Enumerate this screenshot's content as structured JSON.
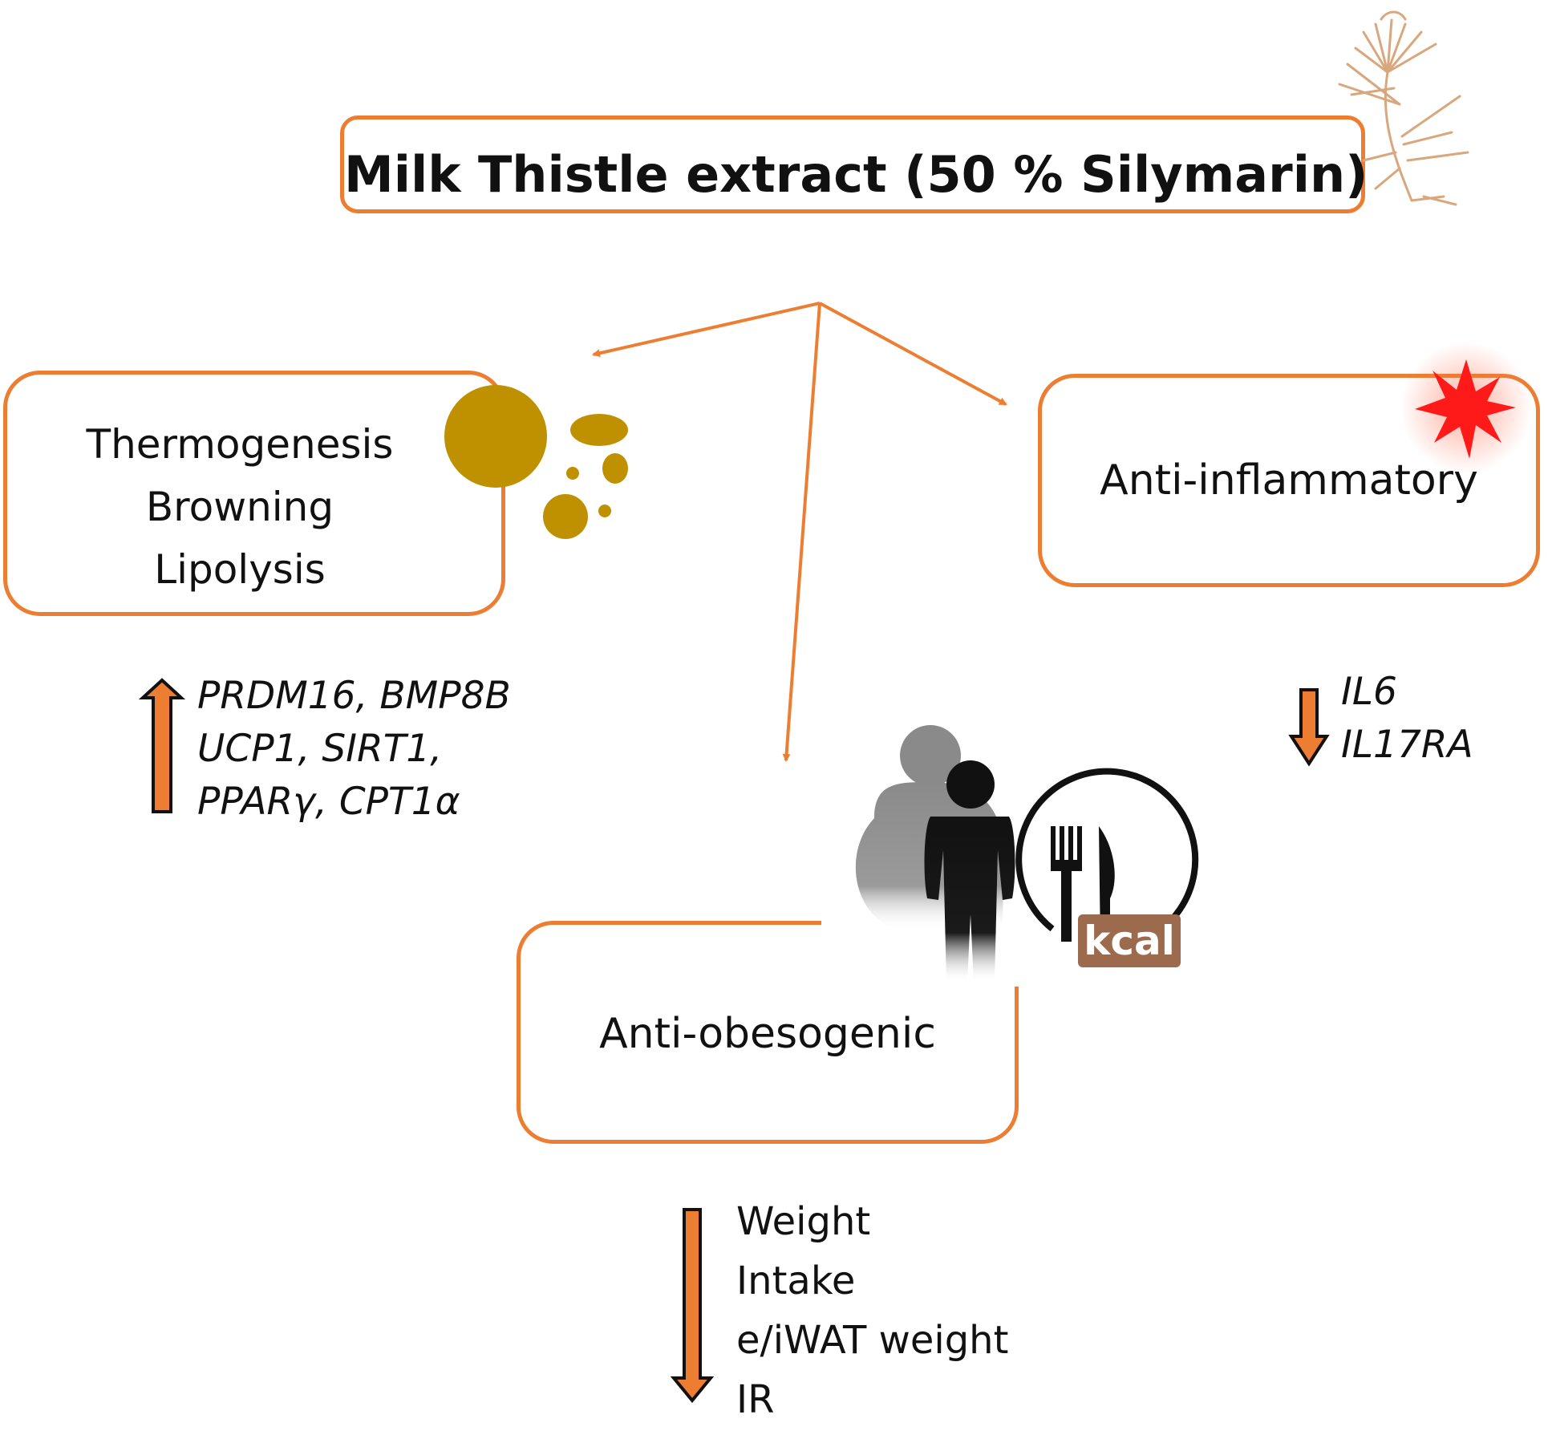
{
  "title": "Milk Thistle extract (50 % Silymarin)",
  "thermogenesis": {
    "lines": [
      "Thermogenesis",
      "Browning",
      "Lipolysis"
    ],
    "genes": [
      "PRDM16, BMP8B",
      "UCP1, SIRT1,",
      "PPARγ, CPT1α"
    ],
    "direction": "up"
  },
  "anti_inflammatory": {
    "label": "Anti-inflammatory",
    "genes": [
      "IL6",
      "IL17RA"
    ],
    "direction": "down"
  },
  "anti_obesogenic": {
    "label": "Anti-obesogenic",
    "effects": [
      "Weight",
      "Intake",
      "e/iWAT weight",
      "IR"
    ],
    "direction": "down",
    "icon_label": "kcal"
  },
  "colors": {
    "accent": "#ed7d31",
    "fat": "#bf9000",
    "burst": "#ff1a1a",
    "kcal": "#9c6b4e"
  }
}
